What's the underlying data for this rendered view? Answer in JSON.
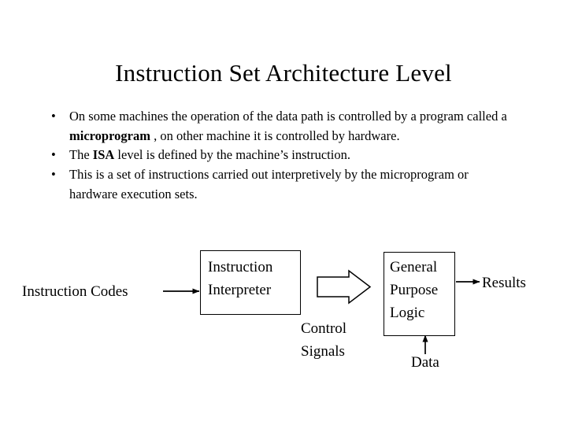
{
  "slide": {
    "title": "Instruction Set Architecture Level",
    "bullets": [
      {
        "segments": [
          {
            "text": "On some machines the operation of the data path is controlled by  a program called a ",
            "bold": false
          },
          {
            "text": "microprogram",
            "bold": true
          },
          {
            "text": " , on other machine it is controlled by hardware.",
            "bold": false
          }
        ]
      },
      {
        "segments": [
          {
            "text": "The ",
            "bold": false
          },
          {
            "text": "ISA",
            "bold": true
          },
          {
            "text": "  level is defined by the machine’s instruction.",
            "bold": false
          }
        ]
      },
      {
        "segments": [
          {
            "text": "This is a set of instructions carried out interpretively by the microprogram or hardware execution sets.",
            "bold": false
          }
        ]
      }
    ],
    "bullet_marker": "•"
  },
  "diagram": {
    "instruction_codes_label": "Instruction Codes",
    "instruction_interpreter_box": {
      "line1": "Instruction",
      "line2": "Interpreter"
    },
    "control_signals_label": {
      "line1": "Control",
      "line2": "Signals"
    },
    "general_purpose_logic_box": {
      "line1": "General",
      "line2": "Purpose",
      "line3": "Logic"
    },
    "results_label": "Results",
    "data_label": "Data",
    "colors": {
      "background": "#ffffff",
      "ink": "#000000",
      "box_fill": "#ffffff",
      "box_stroke": "#000000"
    }
  }
}
